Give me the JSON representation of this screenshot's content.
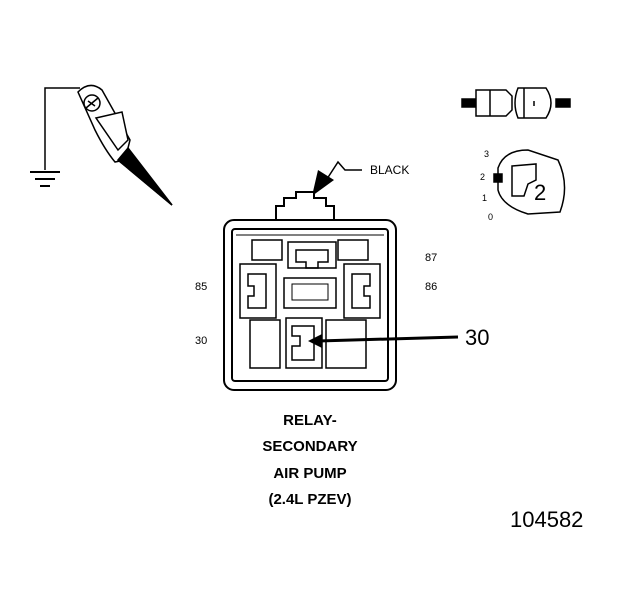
{
  "callout": {
    "color_label": "BLACK"
  },
  "pins": {
    "p87": "87",
    "p85": "85",
    "p86": "86",
    "p30": "30"
  },
  "pointer_label": "30",
  "title_lines": [
    "RELAY-",
    "SECONDARY",
    "AIR PUMP",
    "(2.4L PZEV)"
  ],
  "figure_number": "104582",
  "tool": {
    "positions": [
      "3",
      "2",
      "1",
      "0"
    ],
    "selected": "2"
  }
}
